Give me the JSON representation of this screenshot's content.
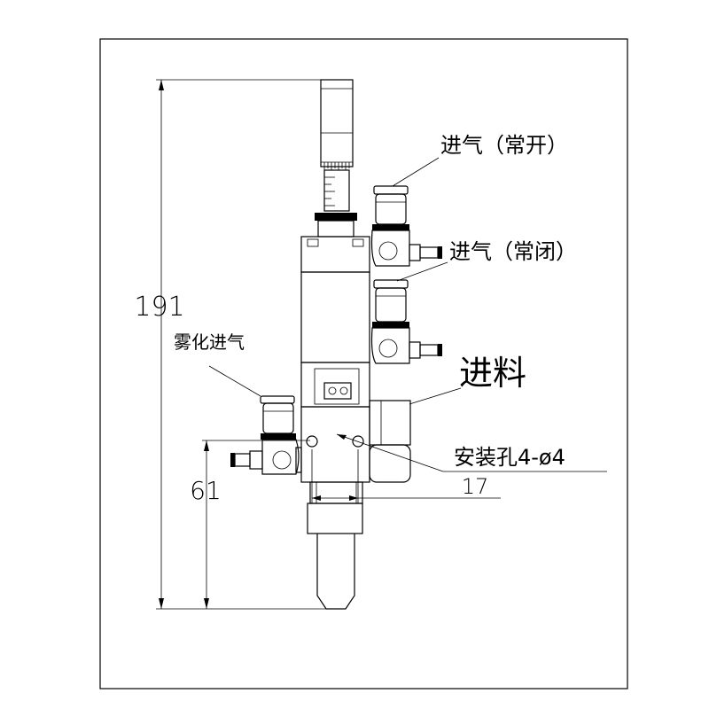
{
  "drawing": {
    "labels": {
      "inlet_normally_open": "进气（常开）",
      "inlet_normally_closed": "进气（常闭）",
      "atomizing_inlet": "雾化进气",
      "feed": "进料",
      "mounting_holes": "安装孔4-ø4"
    },
    "dimensions": {
      "total_height": "191",
      "lower_height": "61",
      "hole_spacing": "17"
    }
  }
}
